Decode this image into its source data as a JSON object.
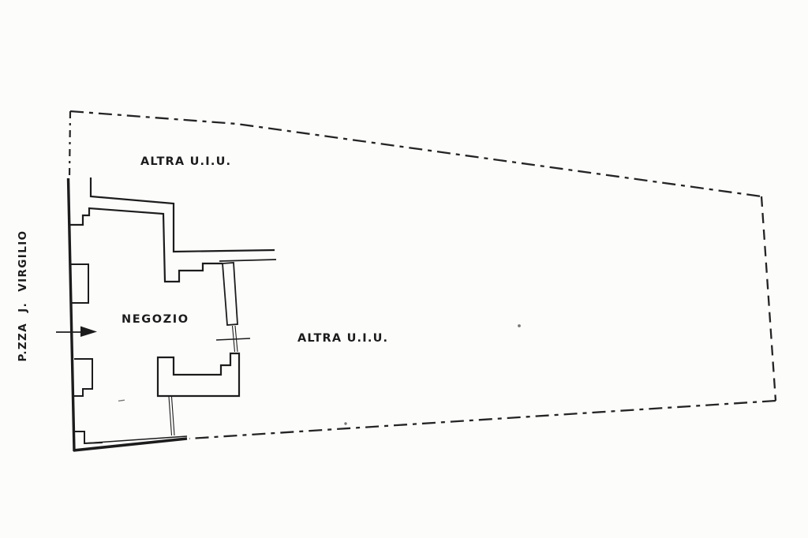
{
  "colors": {
    "ink": "#1c1c1c",
    "boundary": "#242424",
    "faint": "#777777",
    "paper": "#fcfcfb"
  },
  "plan": {
    "street_label": "P.ZZA J. VIRGILIO",
    "labels": {
      "upper_area": "ALTRA U.I.U.",
      "unit": "NEGOZIO",
      "right_area": "ALTRA U.I.U."
    }
  }
}
